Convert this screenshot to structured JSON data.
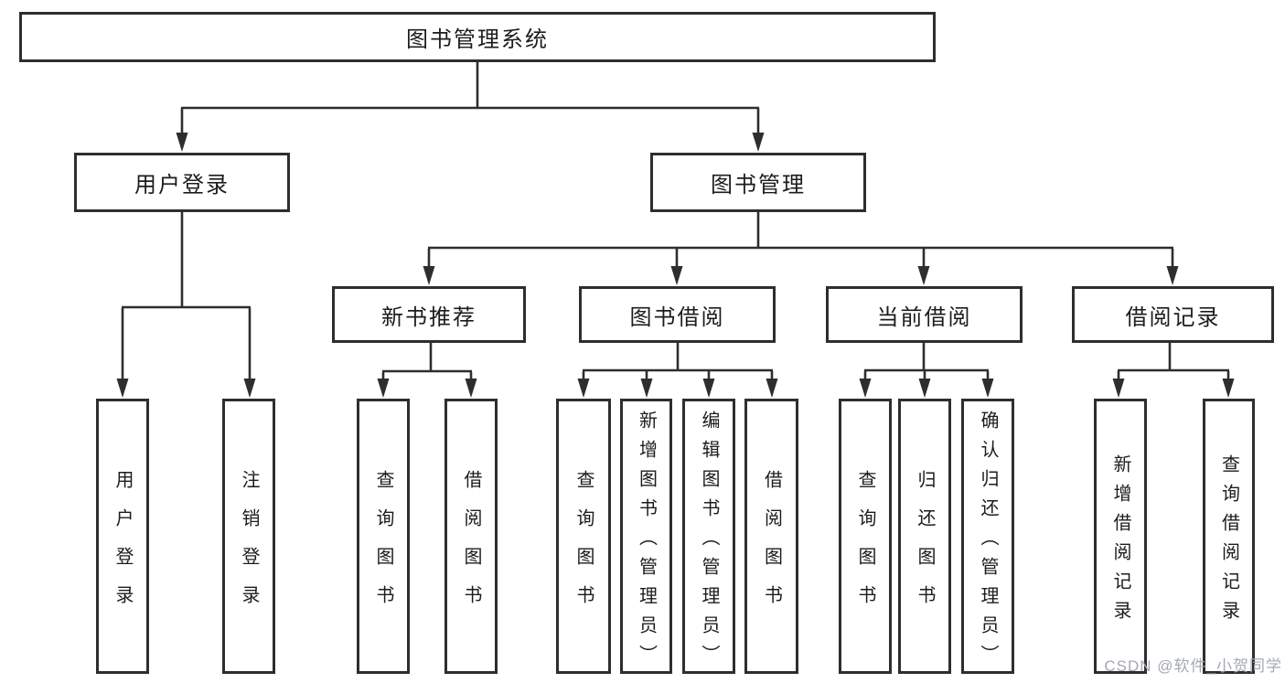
{
  "diagram": {
    "root": "图书管理系统",
    "level2": {
      "user_login": "用户登录",
      "book_mgmt": "图书管理"
    },
    "level3": {
      "new_book": "新书推荐",
      "book_borrow": "图书借阅",
      "current_borrow": "当前借阅",
      "borrow_record": "借阅记录"
    },
    "leaves": {
      "user_login": [
        "用户登录",
        "注销登录"
      ],
      "new_book": [
        "查询图书",
        "借阅图书"
      ],
      "book_borrow": [
        "查询图书",
        "新增图书（管理员）",
        "编辑图书（管理员）",
        "借阅图书"
      ],
      "current_borrow": [
        "查询图书",
        "归还图书",
        "确认归还（管理员）"
      ],
      "borrow_record": [
        "新增借阅记录",
        "查询借阅记录"
      ]
    },
    "watermark": "CSDN @软件_小贺同学",
    "colors": {
      "line": "#2e2e2e",
      "text": "#1c1c1c",
      "watermark": "#a4a9b2",
      "background": "#ffffff"
    }
  }
}
